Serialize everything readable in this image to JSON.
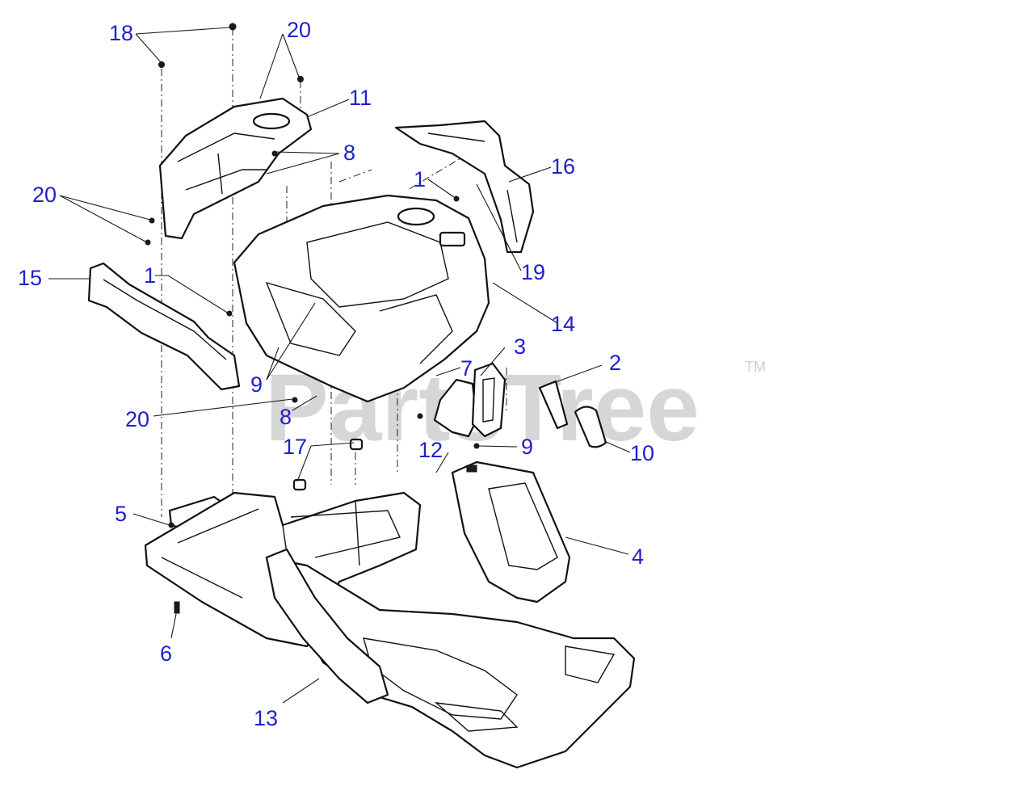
{
  "watermark": {
    "text": "PartsTree",
    "trademark": "TM"
  },
  "callouts": [
    {
      "id": "c18",
      "label": "18"
    },
    {
      "id": "c20a",
      "label": "20"
    },
    {
      "id": "c11",
      "label": "11"
    },
    {
      "id": "c8a",
      "label": "8"
    },
    {
      "id": "c20b",
      "label": "20"
    },
    {
      "id": "c1a",
      "label": "1"
    },
    {
      "id": "c16",
      "label": "16"
    },
    {
      "id": "c15",
      "label": "15"
    },
    {
      "id": "c1b",
      "label": "1"
    },
    {
      "id": "c19",
      "label": "19"
    },
    {
      "id": "c14",
      "label": "14"
    },
    {
      "id": "c3",
      "label": "3"
    },
    {
      "id": "c2",
      "label": "2"
    },
    {
      "id": "c7",
      "label": "7"
    },
    {
      "id": "c9a",
      "label": "9"
    },
    {
      "id": "c20c",
      "label": "20"
    },
    {
      "id": "c8b",
      "label": "8"
    },
    {
      "id": "c10",
      "label": "10"
    },
    {
      "id": "c17",
      "label": "17"
    },
    {
      "id": "c12",
      "label": "12"
    },
    {
      "id": "c9b",
      "label": "9"
    },
    {
      "id": "c5",
      "label": "5"
    },
    {
      "id": "c4",
      "label": "4"
    },
    {
      "id": "c6",
      "label": "6"
    },
    {
      "id": "c13",
      "label": "13"
    }
  ]
}
